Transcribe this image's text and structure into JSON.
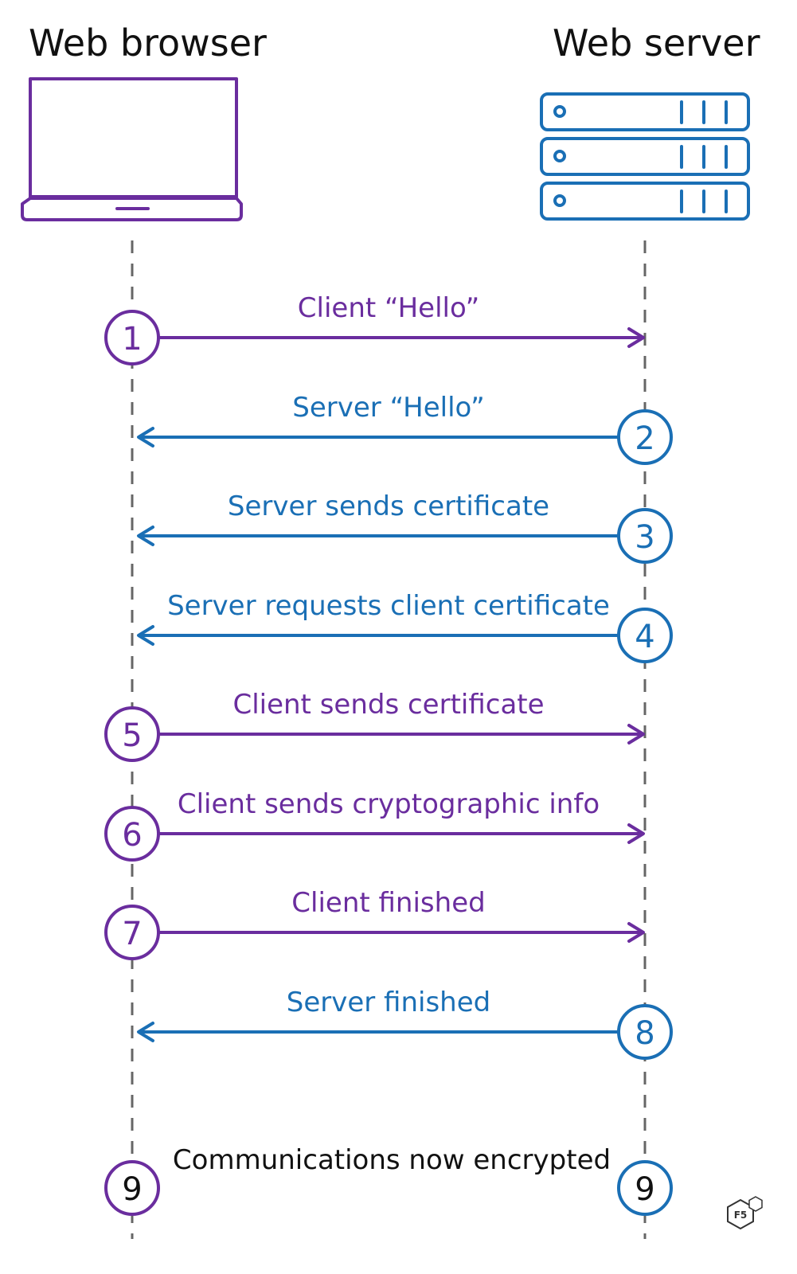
{
  "colors": {
    "client": "#6a2d9e",
    "server": "#1a6fb5",
    "text_dark": "#111111",
    "lifeline": "#666666"
  },
  "actors": {
    "client": {
      "title": "Web browser",
      "icon": "laptop-icon"
    },
    "server": {
      "title": "Web server",
      "icon": "server-rack-icon"
    }
  },
  "messages": [
    {
      "step": "1",
      "label": "Client “Hello”",
      "from": "client"
    },
    {
      "step": "2",
      "label": "Server “Hello”",
      "from": "server"
    },
    {
      "step": "3",
      "label": "Server sends certificate",
      "from": "server"
    },
    {
      "step": "4",
      "label": "Server requests client certificate",
      "from": "server"
    },
    {
      "step": "5",
      "label": "Client sends certificate",
      "from": "client"
    },
    {
      "step": "6",
      "label": "Client sends cryptographic info",
      "from": "client"
    },
    {
      "step": "7",
      "label": "Client finished",
      "from": "client"
    },
    {
      "step": "8",
      "label": "Server finished",
      "from": "server"
    }
  ],
  "final": {
    "step_client": "9",
    "step_server": "9",
    "label": "Communications now encrypted"
  },
  "brand": {
    "logo_icon": "f5-labs-logo-icon"
  }
}
